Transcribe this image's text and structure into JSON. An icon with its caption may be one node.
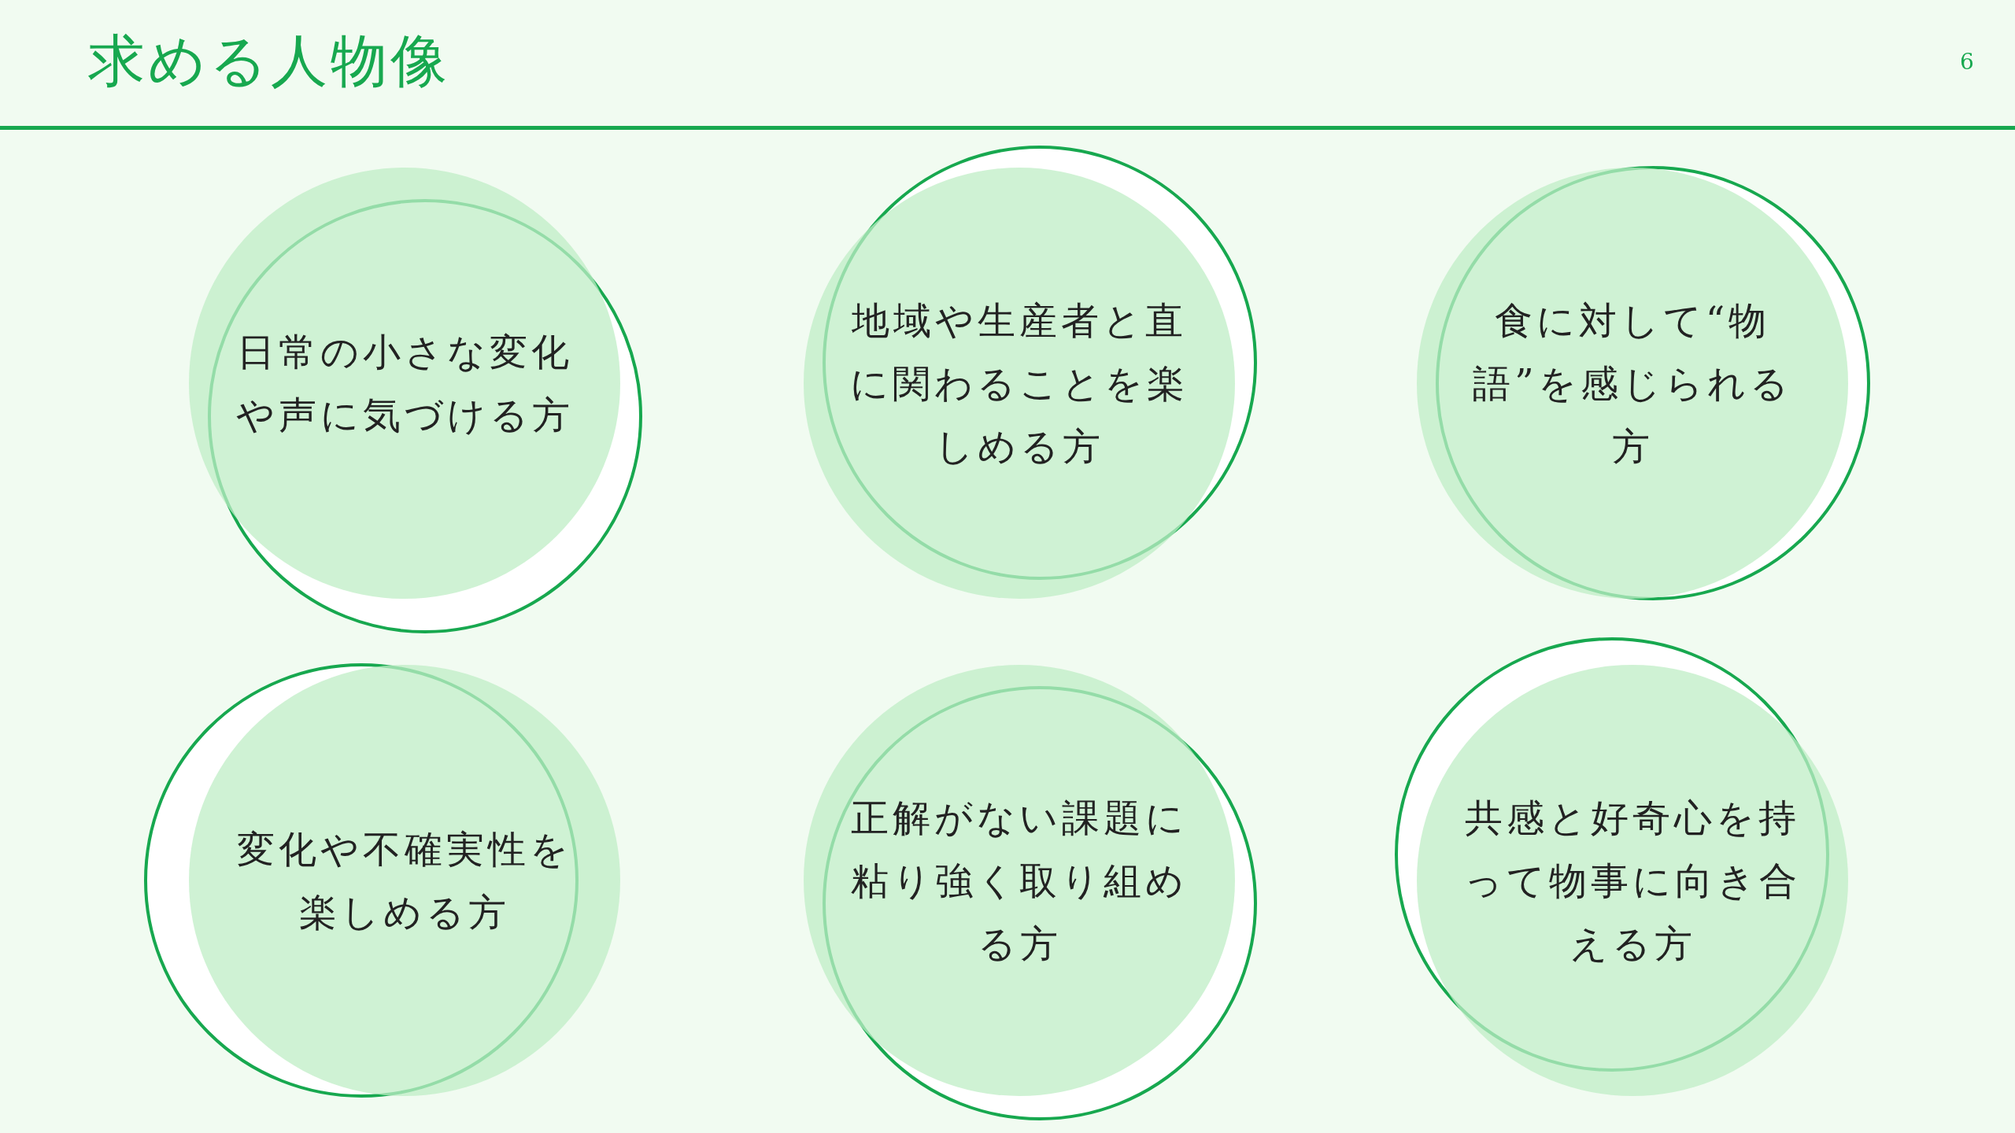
{
  "diagram": {
    "title": "求める人物像",
    "nodes": [
      {
        "text": [
          "日常の小さな変化や声に気づける方"
        ]
      },
      {
        "text": [
          "地域や生産者と直に関わることを楽しめる方"
        ]
      },
      {
        "text": [
          "食に対して“物語”を感じられる方"
        ]
      },
      {
        "text": [
          "変化や不確実性を楽しめる方"
        ]
      },
      {
        "text": [
          "正解がない課題に粘り強く取り組める方"
        ]
      },
      {
        "text": [
          "共感と好奇心を持って物事に向き合える方"
        ]
      }
    ],
    "labels": [
      "6"
    ]
  }
}
